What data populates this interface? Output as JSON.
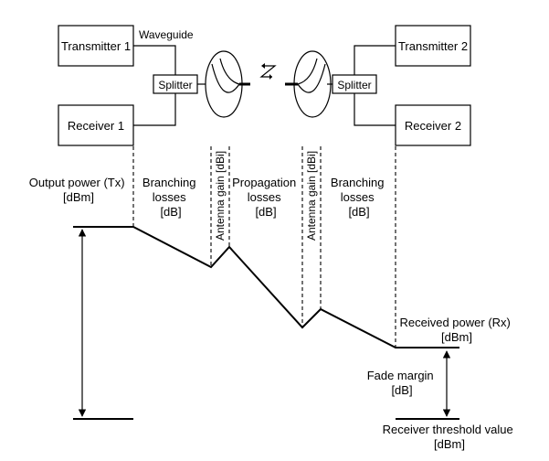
{
  "equipment": {
    "transmitter_1": "Transmitter 1",
    "receiver_1": "Receiver 1",
    "transmitter_2": "Transmitter 2",
    "receiver_2": "Receiver 2",
    "splitter_left": "Splitter",
    "splitter_right": "Splitter",
    "waveguide": "Waveguide"
  },
  "labels": {
    "output_power": [
      "Output power (Tx)",
      "[dBm]"
    ],
    "branching_losses_left": [
      "Branching",
      "losses",
      "[dB]"
    ],
    "antenna_gain_left": "Antenna gain [dBi]",
    "propagation_losses": [
      "Propagation",
      "losses",
      "[dB]"
    ],
    "antenna_gain_right": "Antenna gain [dBi]",
    "branching_losses_right": [
      "Branching",
      "losses",
      "[dB]"
    ],
    "received_power": [
      "Received power (Rx)",
      "[dBm]"
    ],
    "fade_margin": [
      "Fade margin",
      "[dB]"
    ],
    "receiver_threshold": [
      "Receiver threshold value",
      "[dBm]"
    ]
  }
}
